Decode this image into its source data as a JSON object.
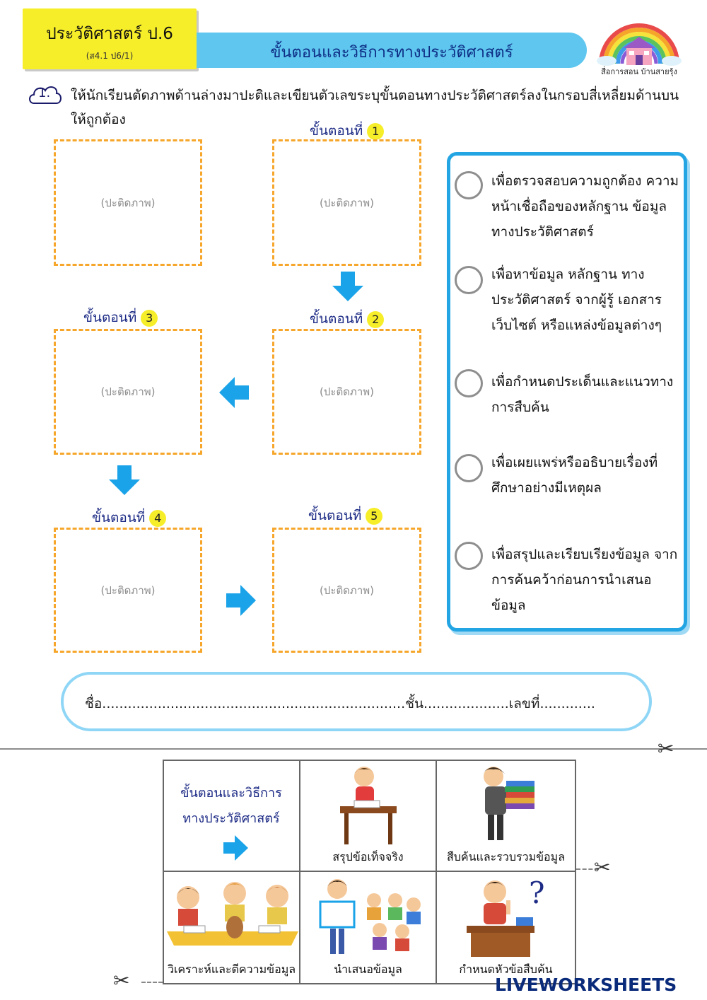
{
  "header": {
    "subject": "ประวัติศาสตร์ ป.6",
    "subject_code": "(ส4.1 ป6/1)",
    "topic": "ขั้นตอนและวิธีการทางประวัติศาสตร์",
    "logo_caption": "สื่อการสอน บ้านสายรุ้ง"
  },
  "question": {
    "number": "1.",
    "instruction": "ให้นักเรียนตัดภาพด้านล่างมาปะติและเขียนตัวเลขระบุขั้นตอนทางประวัติศาสตร์ลงในกรอบสี่เหลี่ยมด้านบนให้ถูกต้อง"
  },
  "steps": [
    {
      "label": "ขั้นตอนที่",
      "num": "1",
      "placeholder": "(ปะติดภาพ)"
    },
    {
      "label": "ขั้นตอนที่",
      "num": "2",
      "placeholder": "(ปะติดภาพ)"
    },
    {
      "label": "ขั้นตอนที่",
      "num": "3",
      "placeholder": "(ปะติดภาพ)"
    },
    {
      "label": "ขั้นตอนที่",
      "num": "4",
      "placeholder": "(ปะติดภาพ)"
    },
    {
      "label": "ขั้นตอนที่",
      "num": "5",
      "placeholder": "(ปะติดภาพ)"
    }
  ],
  "top_left_placeholder": "(ปะติดภาพ)",
  "options": [
    {
      "text": "เพื่อตรวจสอบความถูกต้อง ความหน้าเชื่อถือของหลักฐาน ข้อมูลทางประวัติศาสตร์"
    },
    {
      "text": "เพื่อหาข้อมูล หลักฐาน ทาง ประวัติศาสตร์ จากผู้รู้ เอกสาร เว็บไซต์ หรือแหล่งข้อมูลต่างๆ"
    },
    {
      "text": "เพื่อกำหนดประเด็นและแนวทาง การสืบค้น"
    },
    {
      "text": "เพื่อเผยแพร่หรืออธิบายเรื่องที่ ศึกษาอย่างมีเหตุผล"
    },
    {
      "text": "เพื่อสรุปและเรียบเรียงข้อมูล จากการค้นคว้าก่อนการนำเสนอ ข้อมูล"
    }
  ],
  "name_bar": "ชื่อ.......................................................................ชั้น....................เลขที่.............",
  "cutout": {
    "title_line1": "ขั้นตอนและวิธีการ",
    "title_line2": "ทางประวัติศาสตร์",
    "cards": [
      {
        "caption": "สรุปข้อเท็จจริง"
      },
      {
        "caption": "สืบค้นและรวบรวมข้อมูล"
      },
      {
        "caption": "วิเคราะห์และตีความข้อมูล"
      },
      {
        "caption": "นำเสนอข้อมูล"
      },
      {
        "caption": "กำหนดหัวข้อสืบค้น"
      }
    ]
  },
  "watermark": "LIVEWORKSHEETS",
  "colors": {
    "accent_yellow": "#f7ee2a",
    "banner_blue": "#5ec6ef",
    "panel_border": "#24a5e3",
    "slot_border": "#f6a62b",
    "arrow_blue": "#1aa3e8",
    "heading_navy": "#1e2c86"
  },
  "icons": {
    "arrow": "arrow-icon",
    "scissors": "scissors-icon",
    "logo": "rainbow-house-logo"
  }
}
